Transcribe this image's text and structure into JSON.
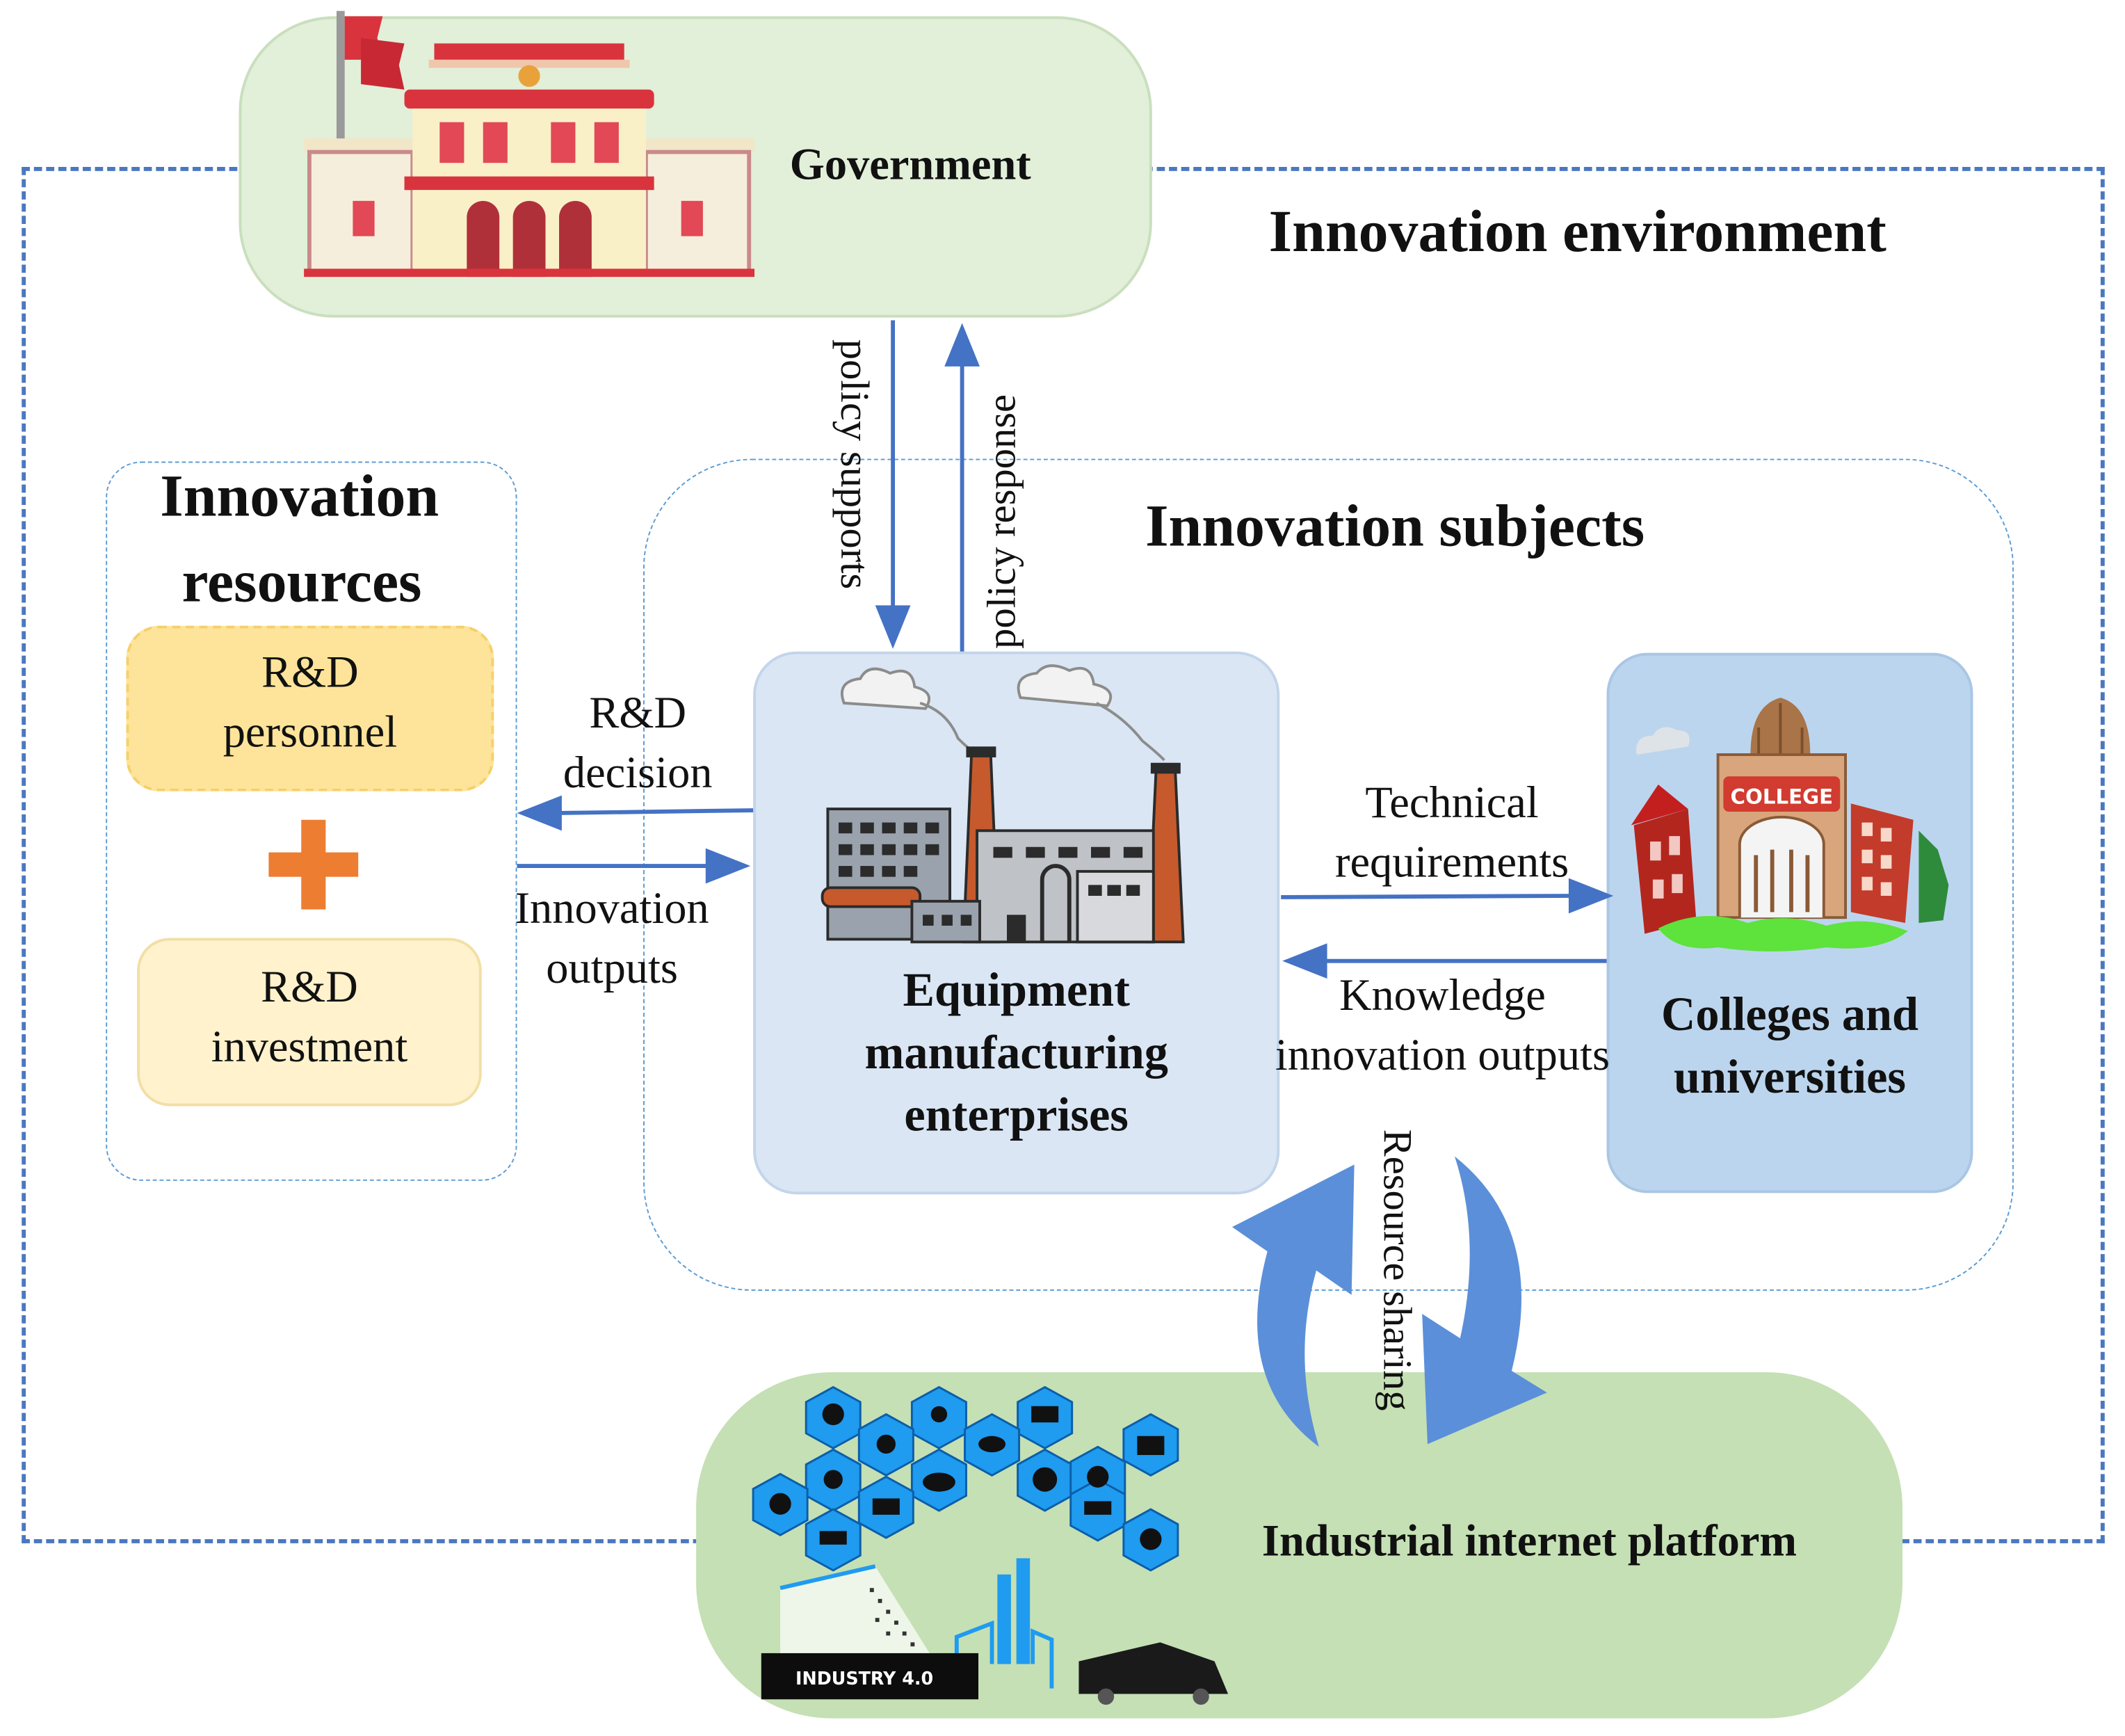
{
  "diagram": {
    "environment_title": "Innovation environment",
    "government": {
      "label": "Government"
    },
    "resources": {
      "title_line1": "Innovation",
      "title_line2": "resources",
      "personnel_line1": "R&D",
      "personnel_line2": "personnel",
      "investment_line1": "R&D",
      "investment_line2": "investment"
    },
    "subjects": {
      "title": "Innovation subjects"
    },
    "enterprise": {
      "line1": "Equipment",
      "line2": "manufacturing",
      "line3": "enterprises"
    },
    "colleges": {
      "line1": "Colleges and",
      "line2": "universities",
      "sign": "COLLEGE"
    },
    "platform": {
      "label": "Industrial internet platform",
      "sign": "INDUSTRY 4.0"
    },
    "flows": {
      "policy_supports": "policy supports",
      "policy_response": "policy response",
      "rd_decision_line1": "R&D",
      "rd_decision_line2": "decision",
      "innovation_outputs_line1": "Innovation",
      "innovation_outputs_line2": "outputs",
      "technical_requirements_line1": "Technical",
      "technical_requirements_line2": "requirements",
      "knowledge_outputs_line1": "Knowledge",
      "knowledge_outputs_line2": "innovation outputs",
      "resource_sharing": "Resource sharing"
    },
    "colors": {
      "arrow_blue": "#4472c4",
      "dash_blue": "#4a78c0",
      "government_bg": "#e2efd9",
      "platform_bg": "#c5e0b4",
      "enterprise_bg": "#dae6f4",
      "colleges_bg": "#bcd5ee",
      "personnel_bg": "#fde49a",
      "investment_bg": "#fff2cc",
      "plus_orange": "#ed7d31",
      "hexagon_blue": "#1f9bf0"
    }
  }
}
